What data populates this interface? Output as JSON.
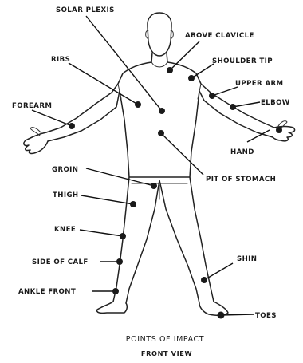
{
  "labels": {
    "solar_plexis": "SOLAR PLEXIS",
    "above_clavicle": "ABOVE CLAVICLE",
    "ribs": "RIBS",
    "shoulder_tip": "SHOULDER TIP",
    "upper_arm": "UPPER ARM",
    "forearm": "FOREARM",
    "elbow": "ELBOW",
    "hand": "HAND",
    "groin": "GROIN",
    "pit_of_stomach": "PIT OF STOMACH",
    "thigh": "THIGH",
    "knee": "KNEE",
    "shin": "SHIN",
    "side_of_calf": "SIDE OF CALF",
    "ankle_front": "ANKLE FRONT",
    "toes": "TOES"
  },
  "caption": {
    "title": "POINTS OF IMPACT",
    "subtitle": "FRONT VIEW"
  }
}
